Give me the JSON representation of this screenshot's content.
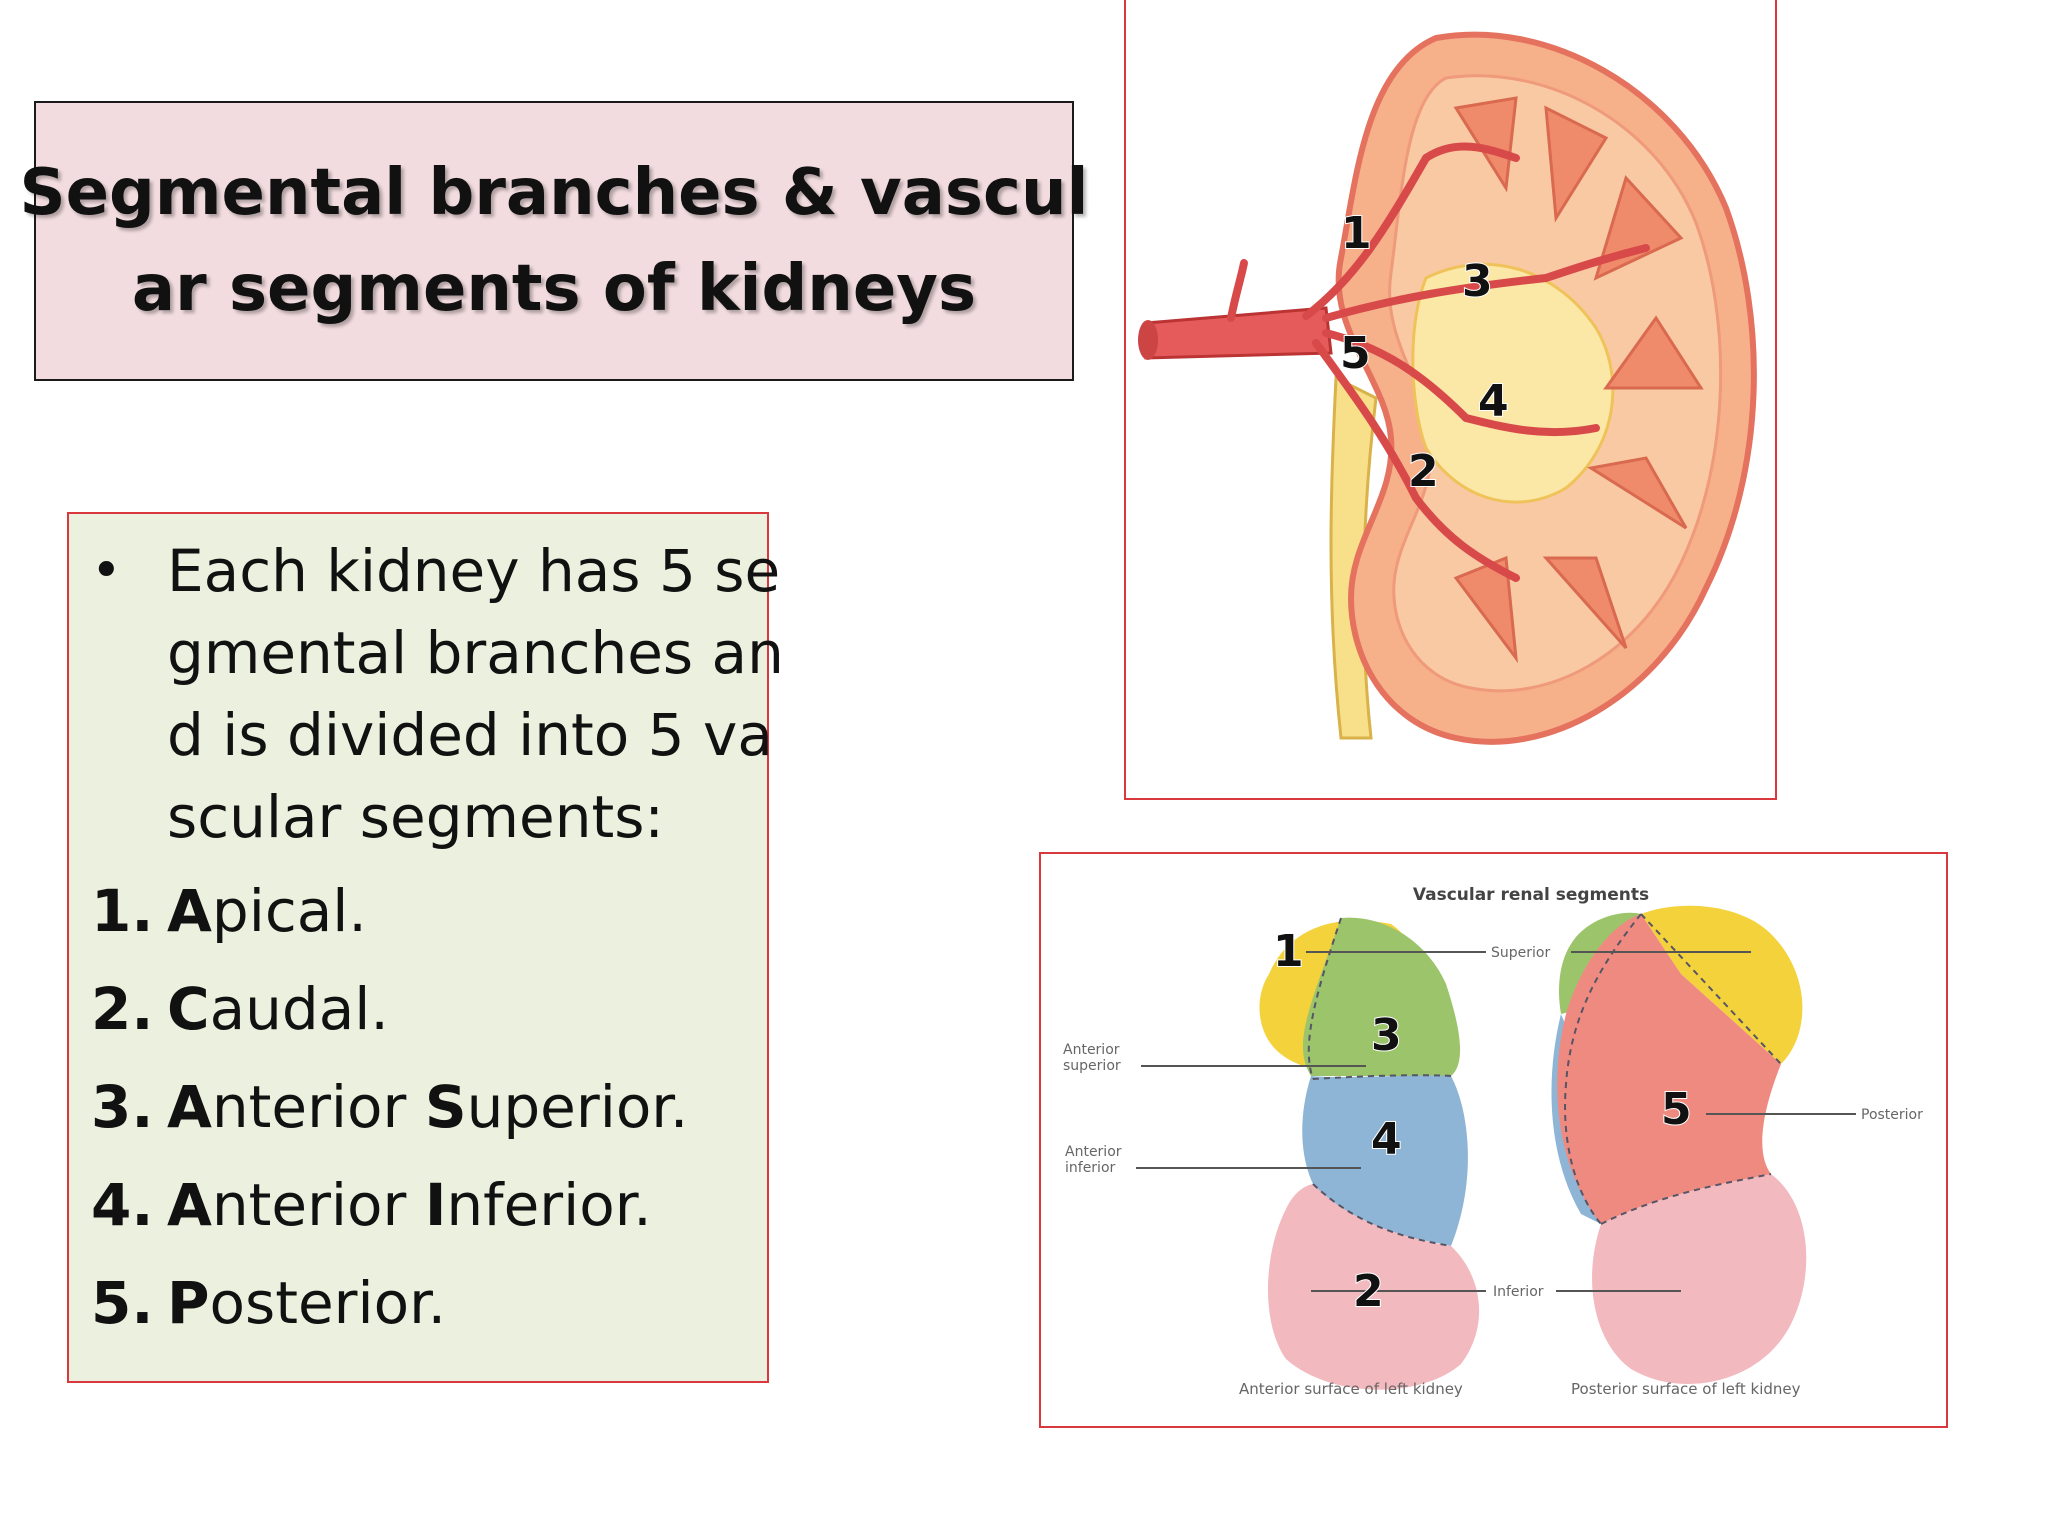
{
  "title": {
    "line1": "Segmental branches & vascul",
    "line2": "ar segments of kidneys"
  },
  "intro": {
    "bullet": "•",
    "lines": [
      "Each kidney has 5 se",
      "gmental branches an",
      "d is divided into 5 va",
      "scular segments:"
    ]
  },
  "segments": [
    {
      "num": "1.",
      "first": "A",
      "rest": "pical."
    },
    {
      "num": "2.",
      "first": "C",
      "rest": "audal."
    },
    {
      "num": "3.",
      "first": "A",
      "rest": "nterior ",
      "first2": "S",
      "rest2": "uperior."
    },
    {
      "num": "4.",
      "first": "A",
      "rest": "nterior ",
      "first2": "I",
      "rest2": "nferior."
    },
    {
      "num": "5.",
      "first": "P",
      "rest": "osterior."
    }
  ],
  "figure_top": {
    "labels": [
      "1",
      "3",
      "5",
      "4",
      "2"
    ]
  },
  "figure_bottom": {
    "heading": "Vascular renal segments",
    "numbers": [
      "1",
      "3",
      "4",
      "2",
      "5"
    ],
    "labels": {
      "superior": "Superior",
      "anterior_superior_1": "Anterior",
      "anterior_superior_2": "superior",
      "anterior_inferior_1": "Anterior",
      "anterior_inferior_2": "inferior",
      "inferior": "Inferior",
      "posterior": "Posterior",
      "caption_left": "Anterior surface of left kidney",
      "caption_right": "Posterior surface of left kidney"
    }
  },
  "colors": {
    "accent_border": "#d9393c",
    "title_bg": "#f2dcdf",
    "list_bg": "#ebf1de",
    "apical": "#f4d23c",
    "anterior_superior": "#9cc56b",
    "anterior_inferior": "#8fb5d6",
    "inferior": "#f2b9bf",
    "posterior": "#ef8a80"
  }
}
